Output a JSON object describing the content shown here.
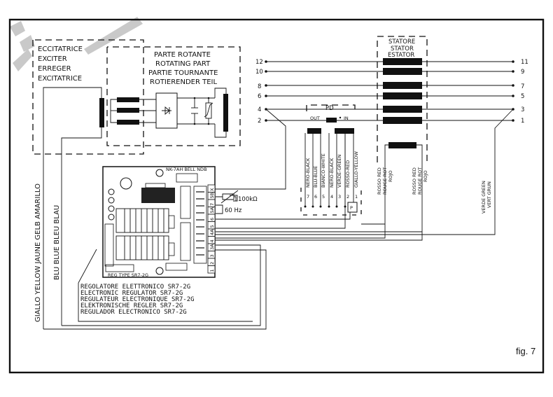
{
  "figure_label": "fig. 7",
  "exciter": {
    "labels": [
      "ECCITATRICE",
      "EXCITER",
      "ERREGER",
      "EXCITATRICE"
    ]
  },
  "rotating_part": {
    "labels": [
      "PARTE ROTANTE",
      "ROTATING PART",
      "PARTIE TOURNANTE",
      "ROTIERENDER TEIL"
    ]
  },
  "stator": {
    "labels": [
      "STATORE",
      "STATOR",
      "ESTATOR"
    ],
    "left_terminals": [
      "12",
      "10",
      "8",
      "6",
      "4",
      "2"
    ],
    "right_terminals": [
      "11",
      "9",
      "7",
      "5",
      "3",
      "1"
    ]
  },
  "pd": {
    "title": "PD",
    "out_label": "OUT",
    "in_label": "IN"
  },
  "connector": {
    "wires": [
      {
        "pin": "7",
        "label": "NERO-BLACK"
      },
      {
        "pin": "6",
        "label": "BLU-BLUE"
      },
      {
        "pin": "5",
        "label": "BIANCO-WHITE"
      },
      {
        "pin": "4",
        "label": "NERO-BLACK"
      },
      {
        "pin": "3",
        "label": "VERDE-GREEN"
      },
      {
        "pin": "2",
        "label": "ROSSO-RED"
      },
      {
        "pin": "1",
        "label": "GIALLO-YELLOW"
      }
    ],
    "p_label": "P"
  },
  "wire_labels": {
    "red_1": [
      "ROSSO RED",
      "ROUGE ROT",
      "ROJO"
    ],
    "red_2": [
      "ROSSO RED",
      "ROUGE ROT",
      "ROJO"
    ],
    "green": [
      "VERDE GREEN",
      "VERT GRUN"
    ],
    "yellow": "GIALLO YELLOW JAUNE GELB AMARILLO",
    "blue": "BLU BLUE BLEU BLAU"
  },
  "regulator": {
    "top_marking": "NK-7AH BELL NDB",
    "bottom_marking": "REG TYPE SR7-2G",
    "terminals": [
      "X",
      "5B",
      "7",
      "5A",
      "6",
      "5",
      "4A",
      "4",
      "3A",
      "3",
      "2",
      "1"
    ],
    "potentiometer_label": "100kΩ",
    "frequency_label": "60 Hz",
    "caption": [
      "REGOLATORE ELETTRONICO SR7-2G",
      "ELECTRONIC REGULATOR SR7-2G",
      "REGULATEUR ELECTRONIQUE SR7-2G",
      "ELEKTRONISCHE REGLER SR7-2G",
      "REGULADOR ELECTRONICO SR7-2G"
    ]
  }
}
